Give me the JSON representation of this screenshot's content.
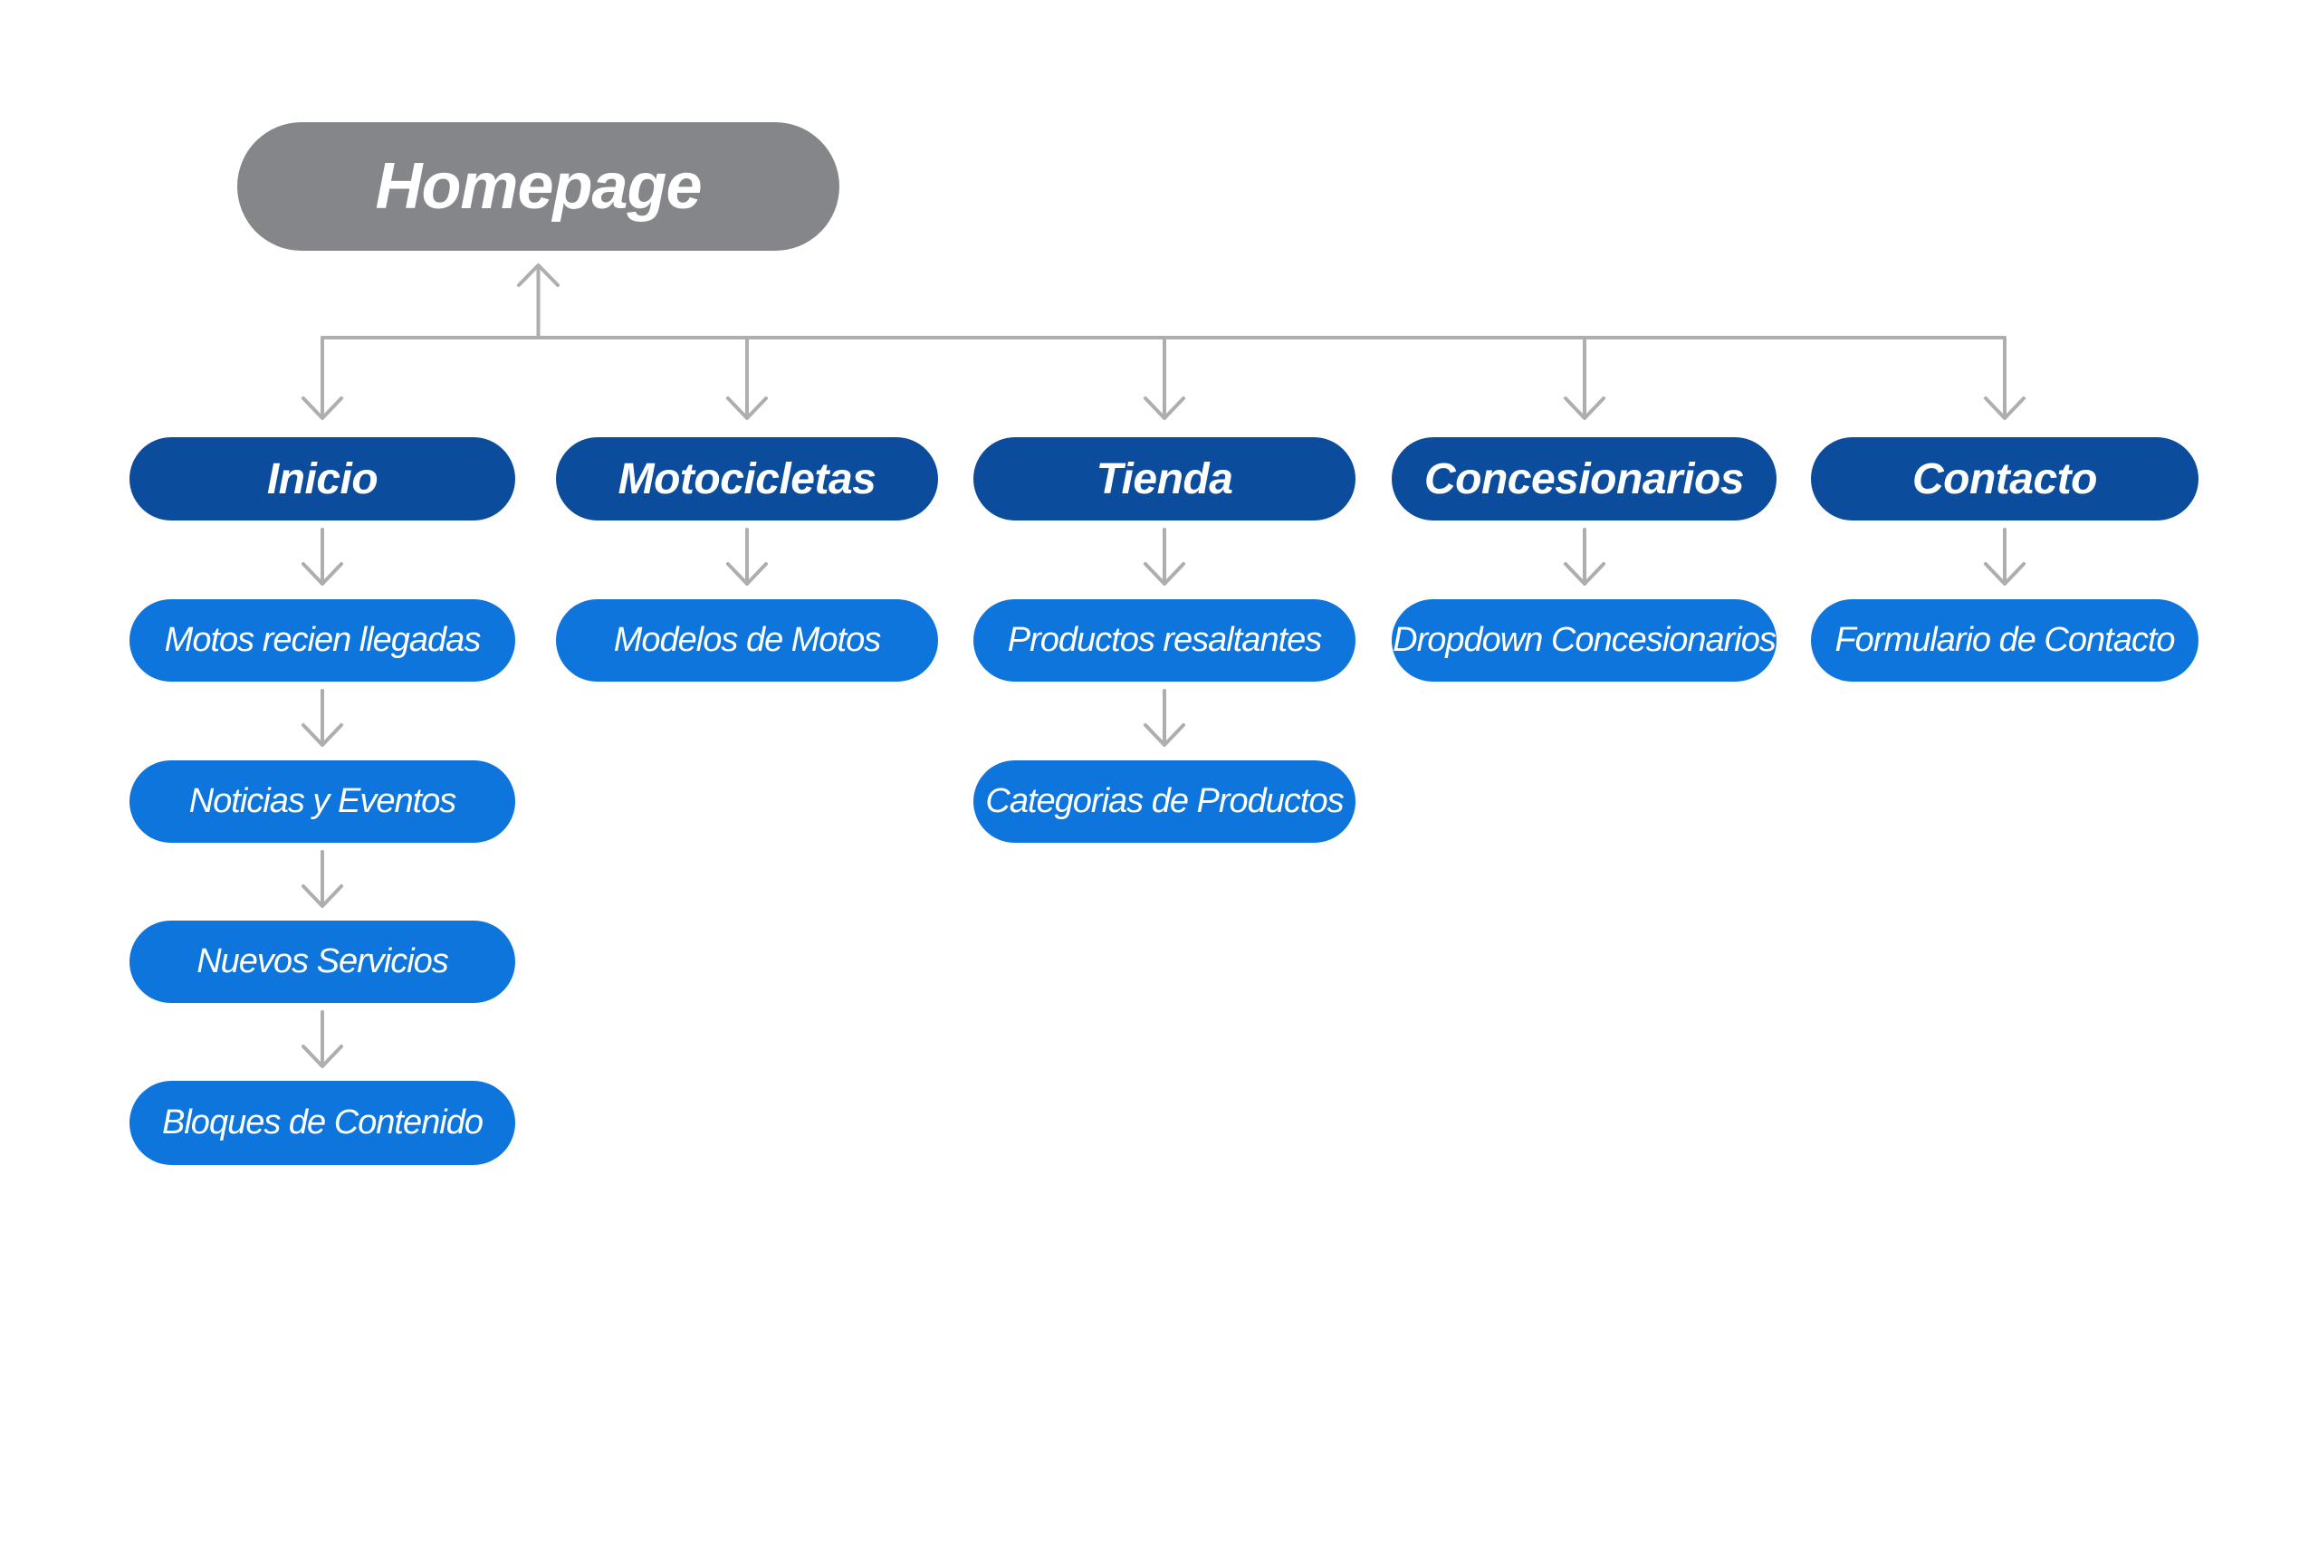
{
  "diagram": {
    "root": {
      "label": "Homepage"
    },
    "sections": [
      {
        "label": "Inicio",
        "children": [
          {
            "label": "Motos recien llegadas"
          },
          {
            "label": "Noticias y Eventos"
          },
          {
            "label": "Nuevos Servicios"
          },
          {
            "label": "Bloques de Contenido"
          }
        ]
      },
      {
        "label": "Motocicletas",
        "children": [
          {
            "label": "Modelos de Motos"
          }
        ]
      },
      {
        "label": "Tienda",
        "children": [
          {
            "label": "Productos resaltantes"
          },
          {
            "label": "Categorias de Productos"
          }
        ]
      },
      {
        "label": "Concesionarios",
        "children": [
          {
            "label": "Dropdown Concesionarios"
          }
        ]
      },
      {
        "label": "Contacto",
        "children": [
          {
            "label": "Formulario de Contacto"
          }
        ]
      }
    ],
    "colors": {
      "canvas_bg": "#ffffff",
      "root_bg": "#85868a",
      "section_bg": "#0c4c9c",
      "child_bg": "#0d75dc",
      "label_text": "#ffffff",
      "connector": "#aeaeae"
    }
  }
}
